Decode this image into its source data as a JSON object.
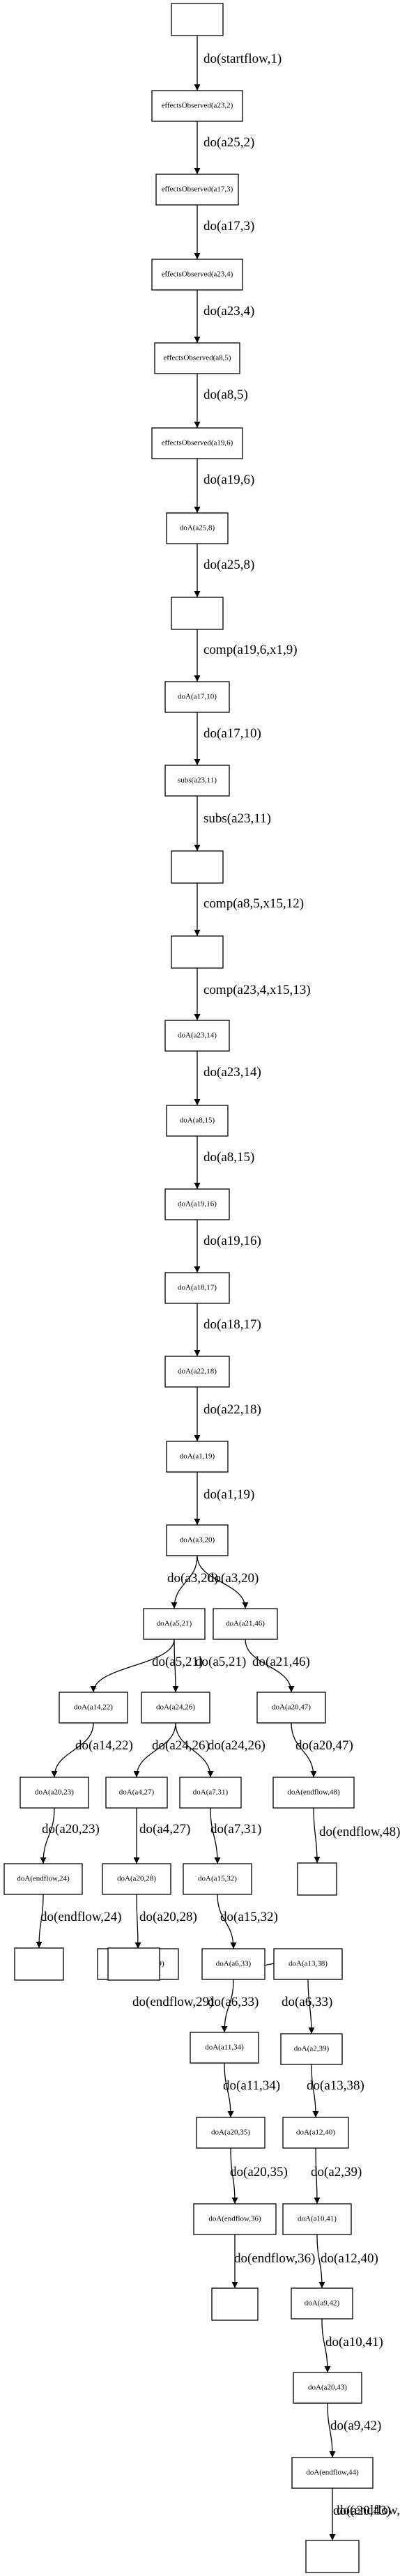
{
  "graph": {
    "nodes": [
      {
        "id": "n0",
        "label": ""
      },
      {
        "id": "n1",
        "label": "effectsObserved(a23,2)"
      },
      {
        "id": "n2",
        "label": "effectsObserved(a17,3)"
      },
      {
        "id": "n3",
        "label": "effectsObserved(a23,4)"
      },
      {
        "id": "n4",
        "label": "effectsObserved(a8,5)"
      },
      {
        "id": "n5",
        "label": "effectsObserved(a19,6)"
      },
      {
        "id": "n6",
        "label": "doA(a25,8)"
      },
      {
        "id": "n7",
        "label": ""
      },
      {
        "id": "n8",
        "label": "doA(a17,10)"
      },
      {
        "id": "n9",
        "label": "subs(a23,11)"
      },
      {
        "id": "n10",
        "label": ""
      },
      {
        "id": "n11",
        "label": ""
      },
      {
        "id": "n12",
        "label": "doA(a23,14)"
      },
      {
        "id": "n13",
        "label": "doA(a8,15)"
      },
      {
        "id": "n14",
        "label": "doA(a19,16)"
      },
      {
        "id": "n15",
        "label": "doA(a18,17)"
      },
      {
        "id": "n16",
        "label": "doA(a22,18)"
      },
      {
        "id": "n17",
        "label": "doA(a1,19)"
      },
      {
        "id": "n18",
        "label": "doA(a3,20)"
      },
      {
        "id": "n19",
        "label": "doA(a5,21)"
      },
      {
        "id": "n20",
        "label": "doA(a21,46)"
      },
      {
        "id": "n21",
        "label": "doA(a14,22)"
      },
      {
        "id": "n22",
        "label": "doA(a24,26)"
      },
      {
        "id": "n23",
        "label": "doA(a20,47)"
      },
      {
        "id": "n24",
        "label": "doA(a20,23)"
      },
      {
        "id": "n25",
        "label": "doA(a4,27)"
      },
      {
        "id": "n26",
        "label": "doA(a7,31)"
      },
      {
        "id": "n27",
        "label": "doA(endflow,48)"
      },
      {
        "id": "n28",
        "label": "doA(endflow,24)"
      },
      {
        "id": "n29",
        "label": "doA(a20,28)"
      },
      {
        "id": "n30",
        "label": "doA(a15,32)"
      },
      {
        "id": "n31",
        "label": ""
      },
      {
        "id": "n32",
        "label": ""
      },
      {
        "id": "n33",
        "label": "doA(endflow,29)"
      },
      {
        "id": "n34",
        "label": "doA(a6,33)"
      },
      {
        "id": "n35",
        "label": ""
      },
      {
        "id": "n36",
        "label": "doA(a11,34)"
      },
      {
        "id": "n37",
        "label": "doA(a13,38)"
      },
      {
        "id": "n38",
        "label": "doA(a20,35)"
      },
      {
        "id": "n39",
        "label": "doA(a2,39)"
      },
      {
        "id": "n40",
        "label": "doA(endflow,36)"
      },
      {
        "id": "n41",
        "label": "doA(a12,40)"
      },
      {
        "id": "n42",
        "label": ""
      },
      {
        "id": "n43",
        "label": "doA(a10,41)"
      },
      {
        "id": "n44",
        "label": "doA(a9,42)"
      },
      {
        "id": "n45",
        "label": "doA(a20,43)"
      },
      {
        "id": "n46",
        "label": "doA(endflow,44)"
      },
      {
        "id": "n47",
        "label": ""
      }
    ],
    "edges": [
      {
        "from": "n0",
        "to": "n1",
        "label": "do(startflow,1)"
      },
      {
        "from": "n1",
        "to": "n2",
        "label": "do(a25,2)"
      },
      {
        "from": "n2",
        "to": "n3",
        "label": "do(a17,3)"
      },
      {
        "from": "n3",
        "to": "n4",
        "label": "do(a23,4)"
      },
      {
        "from": "n4",
        "to": "n5",
        "label": "do(a8,5)"
      },
      {
        "from": "n5",
        "to": "n6",
        "label": "do(a19,6)"
      },
      {
        "from": "n6",
        "to": "n7",
        "label": "do(a25,8)"
      },
      {
        "from": "n7",
        "to": "n8",
        "label": "comp(a19,6,x1,9)"
      },
      {
        "from": "n8",
        "to": "n9",
        "label": "do(a17,10)"
      },
      {
        "from": "n9",
        "to": "n10",
        "label": "subs(a23,11)"
      },
      {
        "from": "n10",
        "to": "n11",
        "label": "comp(a8,5,x15,12)"
      },
      {
        "from": "n11",
        "to": "n12",
        "label": "comp(a23,4,x15,13)"
      },
      {
        "from": "n12",
        "to": "n13",
        "label": "do(a23,14)"
      },
      {
        "from": "n13",
        "to": "n14",
        "label": "do(a8,15)"
      },
      {
        "from": "n14",
        "to": "n15",
        "label": "do(a19,16)"
      },
      {
        "from": "n15",
        "to": "n16",
        "label": "do(a18,17)"
      },
      {
        "from": "n16",
        "to": "n17",
        "label": "do(a22,18)"
      },
      {
        "from": "n17",
        "to": "n18",
        "label": "do(a1,19)"
      },
      {
        "from": "n18",
        "to": "n19",
        "label": "do(a3,20)"
      },
      {
        "from": "n18",
        "to": "n20",
        "label": "do(a3,20)"
      },
      {
        "from": "n19",
        "to": "n21",
        "label": "do(a5,21)"
      },
      {
        "from": "n19",
        "to": "n22",
        "label": "do(a5,21)"
      },
      {
        "from": "n20",
        "to": "n23",
        "label": "do(a21,46)"
      },
      {
        "from": "n21",
        "to": "n24",
        "label": "do(a14,22)"
      },
      {
        "from": "n22",
        "to": "n25",
        "label": "do(a24,26)"
      },
      {
        "from": "n22",
        "to": "n26",
        "label": "do(a24,26)"
      },
      {
        "from": "n23",
        "to": "n27",
        "label": "do(a20,47)"
      },
      {
        "from": "n24",
        "to": "n28",
        "label": "do(a20,23)"
      },
      {
        "from": "n25",
        "to": "n29",
        "label": "do(a4,27)"
      },
      {
        "from": "n26",
        "to": "n30",
        "label": "do(a7,31)"
      },
      {
        "from": "n27",
        "to": "n31",
        "label": "do(endflow,48)"
      },
      {
        "from": "n28",
        "to": "n32",
        "label": "do(endflow,24)"
      },
      {
        "from": "n29",
        "to": "n33",
        "label": "do(a20,28)"
      },
      {
        "from": "n30",
        "to": "n34",
        "label": "do(a15,32)"
      },
      {
        "from": "n33",
        "to": "n35",
        "label": "do(endflow,29)"
      },
      {
        "from": "n34",
        "to": "n36",
        "label": "do(a6,33)"
      },
      {
        "from": "n34",
        "to": "n37",
        "label": "do(a6,33)"
      },
      {
        "from": "n36",
        "to": "n38",
        "label": "do(a11,34)"
      },
      {
        "from": "n37",
        "to": "n39",
        "label": "do(a13,38)"
      },
      {
        "from": "n38",
        "to": "n40",
        "label": "do(a20,35)"
      },
      {
        "from": "n39",
        "to": "n41",
        "label": "do(a2,39)"
      },
      {
        "from": "n40",
        "to": "n42",
        "label": "do(endflow,36)"
      },
      {
        "from": "n41",
        "to": "n43",
        "label": "do(a12,40)"
      },
      {
        "from": "n43",
        "to": "n44",
        "label": "do(a10,41)"
      },
      {
        "from": "n44",
        "to": "n45",
        "label": "do(a9,42)"
      },
      {
        "from": "n45",
        "to": "n46",
        "label": "do(a20,43)"
      },
      {
        "from": "n46",
        "to": "n47",
        "label": "do(endflow,44)"
      }
    ]
  }
}
